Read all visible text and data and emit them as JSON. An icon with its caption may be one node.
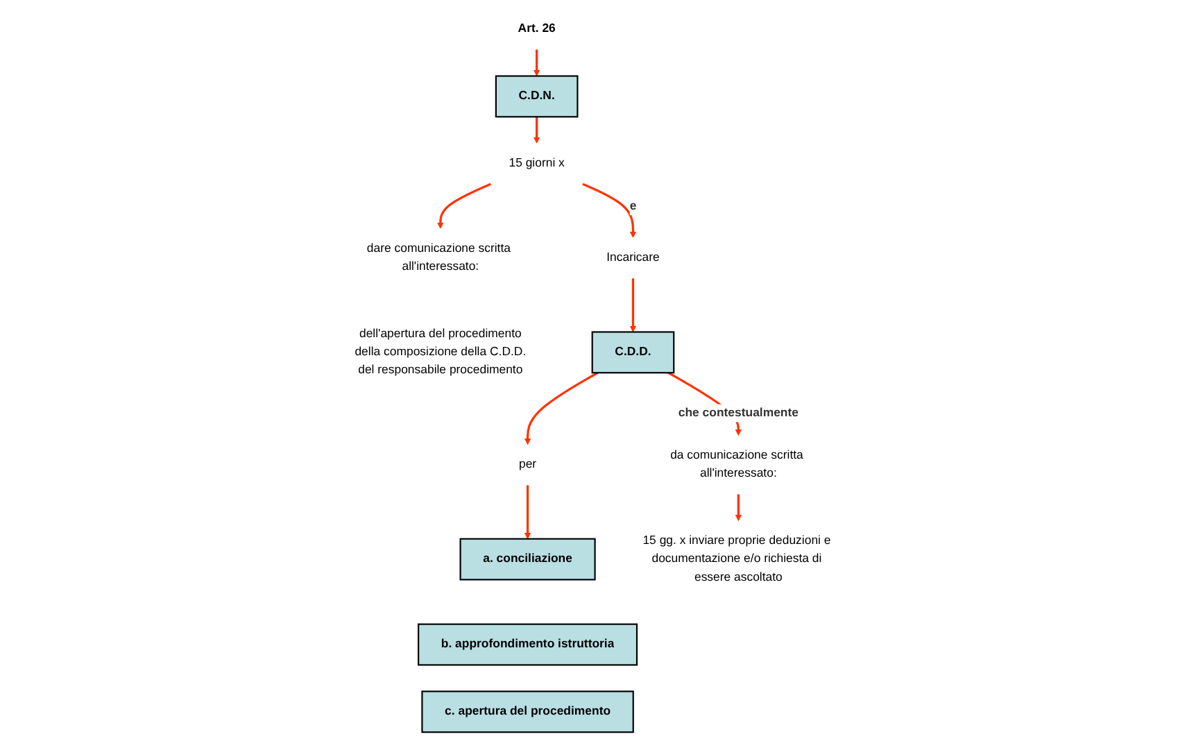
{
  "diagram": {
    "nodes": [
      {
        "text": [
          "Art. 26"
        ]
      },
      {
        "text": [
          "C.D.N."
        ]
      },
      {
        "text": [
          "15 giorni x"
        ]
      },
      {
        "text": [
          "dare comunicazione scritta all'interessato:"
        ],
        "beside": [
          "dell'apertura del procedimento",
          "della composizione della C.D.D.",
          "del responsabile procedimento"
        ]
      },
      {
        "text": [
          "Incaricare"
        ]
      },
      {
        "text": [
          "C.D.D."
        ]
      },
      {
        "text": [
          "per"
        ]
      },
      {
        "text": [
          "a. conciliazione"
        ]
      },
      {
        "text": [
          "b. approfondimento istruttoria"
        ]
      },
      {
        "text": [
          "c. apertura del procedimento"
        ]
      },
      {
        "text": [
          "da comunicazione scritta all'interessato:"
        ]
      },
      {
        "text": [
          "15 gg. x inviare proprie deduzioni e documentazione e/o richiesta di essere ascoltato"
        ]
      }
    ],
    "edges": [
      {
        "from": 0,
        "to": 1,
        "arrow": "to"
      },
      {
        "from": 1,
        "to": 2,
        "arrow": "to"
      },
      {
        "from": 2,
        "to": 3,
        "arrow": "to"
      },
      {
        "from": 2,
        "to": 4,
        "arrow": "to",
        "label": "e"
      },
      {
        "from": 4,
        "to": 5,
        "arrow": "to"
      },
      {
        "from": 5,
        "to": 6,
        "arrow": "to"
      },
      {
        "from": 6,
        "to": 7,
        "arrow": "to"
      },
      {
        "from": 5,
        "to": 10,
        "arrow": "to",
        "label": "che contestualmente"
      },
      {
        "from": 10,
        "to": 11,
        "arrow": "to"
      }
    ]
  }
}
